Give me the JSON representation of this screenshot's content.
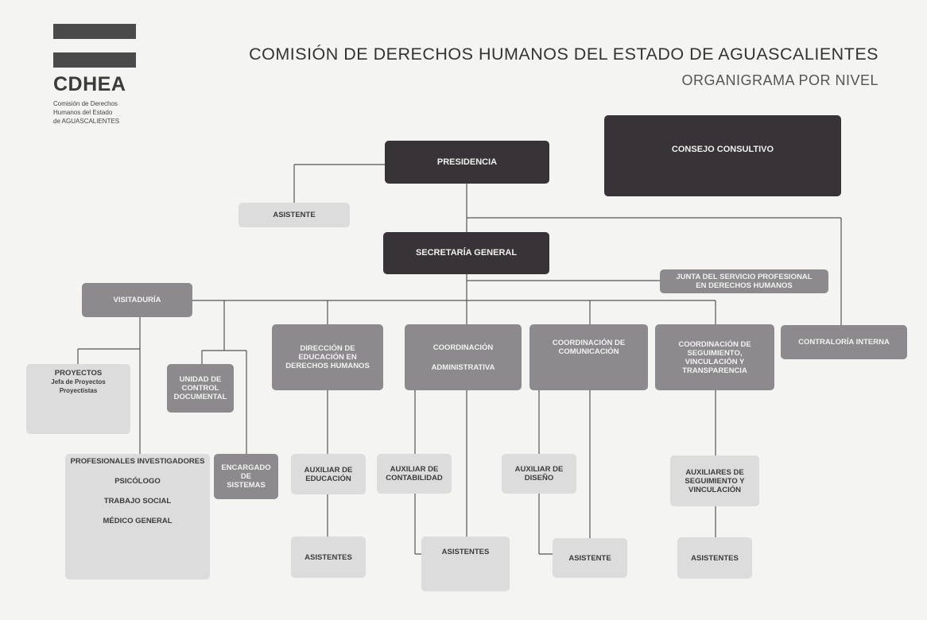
{
  "logo": {
    "acronym": "CDHEA",
    "subtitle_line1": "Comisión de Derechos",
    "subtitle_line2": "Humanos del Estado",
    "subtitle_line3": "de AGUASCALIENTES"
  },
  "header": {
    "title": "COMISIÓN DE DERECHOS HUMANOS DEL ESTADO DE AGUASCALIENTES",
    "subtitle": "ORGANIGRAMA POR NIVEL"
  },
  "nodes": {
    "presidencia": "PRESIDENCIA",
    "consejo": "CONSEJO CONSULTIVO",
    "asistente_pres": "ASISTENTE",
    "secretaria": "SECRETARÍA GENERAL",
    "junta": [
      "JUNTA DEL SERVICIO PROFESIONAL",
      "EN DERECHOS HUMANOS"
    ],
    "visitaduria": "VISITADURÍA",
    "direccion_edu": [
      "DIRECCIÓN DE",
      "EDUCACIÓN EN",
      "DERECHOS HUMANOS"
    ],
    "coord_admin": [
      "COORDINACIÓN",
      "ADMINISTRATIVA"
    ],
    "coord_com": [
      "COORDINACIÓN DE",
      "COMUNICACIÓN"
    ],
    "coord_seg": [
      "COORDINACIÓN DE",
      "SEGUIMIENTO,",
      "VINCULACIÓN Y",
      "TRANSPARENCIA"
    ],
    "contraloria": "CONTRALORÍA INTERNA",
    "proyectos": [
      "PROYECTOS",
      "Jefa de Proyectos",
      "Proyectistas"
    ],
    "unidad_control": [
      "UNIDAD DE",
      "CONTROL",
      "DOCUMENTAL"
    ],
    "profesionales": [
      "PROFESIONALES INVESTIGADORES",
      "PSICÓLOGO",
      "TRABAJO SOCIAL",
      "MÉDICO GENERAL"
    ],
    "encargado_sistemas": [
      "ENCARGADO",
      "DE",
      "SISTEMAS"
    ],
    "aux_educacion": [
      "AUXILIAR DE",
      "EDUCACIÓN"
    ],
    "aux_contabilidad": [
      "AUXILIAR DE",
      "CONTABILIDAD"
    ],
    "aux_diseno": [
      "AUXILIAR DE",
      "DISEÑO"
    ],
    "aux_seguimiento": [
      "AUXILIARES DE",
      "SEGUIMIENTO Y",
      "VINCULACIÓN"
    ],
    "asistentes_edu": "ASISTENTES",
    "asistentes_admin": "ASISTENTES",
    "asistente_com": "ASISTENTE",
    "asistentes_seg": "ASISTENTES"
  }
}
